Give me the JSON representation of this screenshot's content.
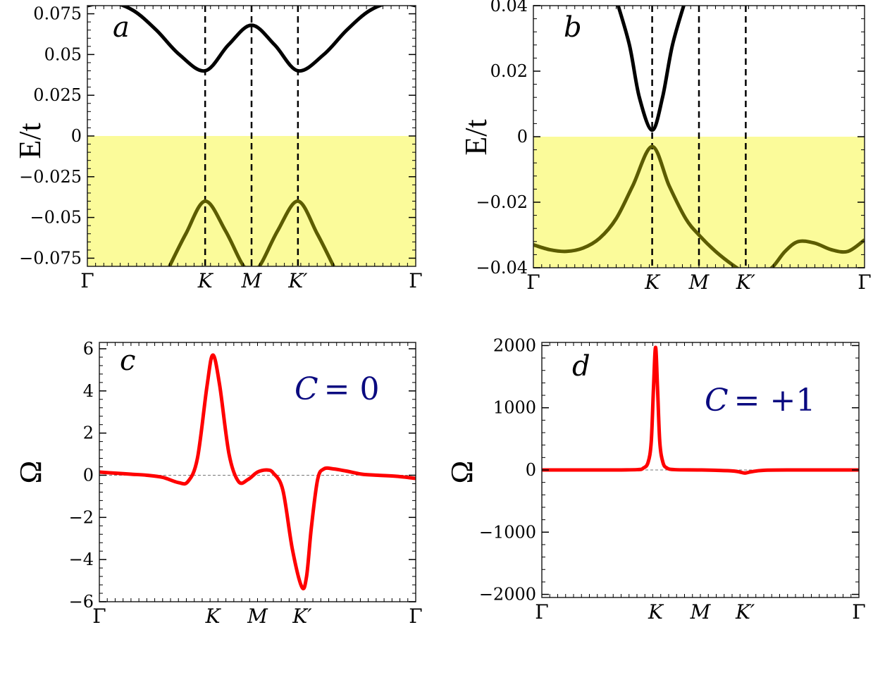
{
  "colors": {
    "occupied_fill": "#fbfb9a",
    "conduction_band": "#000000",
    "valence_band": "#5c5c00",
    "berry_curvature": "#ff0000",
    "chern_text": "#0a0a80"
  },
  "chart_data": [
    {
      "panel": "a",
      "type": "line",
      "ylabel": "E/t",
      "xticks": [
        "Γ",
        "K",
        "M",
        "K′",
        "Γ"
      ],
      "x_positions": [
        0,
        0.3587,
        0.5,
        0.6413,
        1
      ],
      "ylim": [
        -0.08,
        0.08
      ],
      "yticks": [
        0.075,
        0.05,
        0.025,
        0,
        -0.025,
        -0.05,
        -0.075
      ],
      "ytick_labels": [
        "0.075",
        "0.05",
        "0.025",
        "0",
        "−0.025",
        "−0.05",
        "−0.075"
      ],
      "shaded_region": "E < 0 (occupied)",
      "vlines": [
        "K",
        "M",
        "K′"
      ],
      "series": [
        {
          "band": "conduction",
          "x": [
            0,
            0.07,
            0.14,
            0.21,
            0.28,
            0.3587,
            0.43,
            0.5,
            0.57,
            0.6413,
            0.72,
            0.79,
            0.86,
            0.93,
            1
          ],
          "y": [
            0.08,
            0.082,
            0.077,
            0.065,
            0.05,
            0.04,
            0.056,
            0.068,
            0.056,
            0.04,
            0.05,
            0.065,
            0.077,
            0.082,
            0.08
          ]
        },
        {
          "band": "valence",
          "x": [
            0.25,
            0.3,
            0.3587,
            0.42,
            0.47,
            0.5,
            0.53,
            0.58,
            0.6413,
            0.7,
            0.75
          ],
          "y": [
            -0.08,
            -0.06,
            -0.04,
            -0.058,
            -0.078,
            -0.084,
            -0.078,
            -0.058,
            -0.04,
            -0.06,
            -0.08
          ]
        }
      ]
    },
    {
      "panel": "b",
      "type": "line",
      "ylabel": "E/t",
      "xticks": [
        "Γ",
        "K",
        "M",
        "K′",
        "Γ"
      ],
      "x_positions": [
        0,
        0.3587,
        0.5,
        0.6413,
        1
      ],
      "ylim": [
        -0.04,
        0.04
      ],
      "yticks": [
        0.04,
        0.02,
        0,
        -0.02,
        -0.04
      ],
      "ytick_labels": [
        "0.04",
        "0.02",
        "0",
        "−0.02",
        "−0.04"
      ],
      "shaded_region": "E < 0 (occupied)",
      "vlines": [
        "K",
        "M",
        "K′"
      ],
      "series": [
        {
          "band": "conduction",
          "x": [
            0.25,
            0.29,
            0.32,
            0.3587,
            0.39,
            0.42,
            0.46
          ],
          "y": [
            0.042,
            0.028,
            0.012,
            0.002,
            0.012,
            0.028,
            0.042
          ]
        },
        {
          "band": "valence",
          "x": [
            0,
            0.05,
            0.1,
            0.15,
            0.2,
            0.25,
            0.3,
            0.3587,
            0.41,
            0.46,
            0.5,
            0.55,
            0.6,
            0.64,
            0.68,
            0.72,
            0.76,
            0.8,
            0.85,
            0.9,
            0.95,
            1
          ],
          "y": [
            -0.033,
            -0.0345,
            -0.035,
            -0.034,
            -0.031,
            -0.025,
            -0.015,
            -0.003,
            -0.015,
            -0.025,
            -0.03,
            -0.035,
            -0.039,
            -0.0415,
            -0.042,
            -0.04,
            -0.035,
            -0.032,
            -0.0325,
            -0.0345,
            -0.035,
            -0.0315
          ]
        }
      ]
    },
    {
      "panel": "c",
      "type": "line",
      "ylabel": "Ω",
      "annotation": "C = 0",
      "xticks": [
        "Γ",
        "K",
        "M",
        "K′",
        "Γ"
      ],
      "x_positions": [
        0,
        0.3587,
        0.5,
        0.6413,
        1
      ],
      "ylim": [
        -6,
        6.3
      ],
      "yticks": [
        6,
        4,
        2,
        0,
        -2,
        -4,
        -6
      ],
      "ytick_labels": [
        "6",
        "4",
        "2",
        "0",
        "−2",
        "−4",
        "−6"
      ],
      "series": [
        {
          "name": "Ω",
          "x": [
            0,
            0.05,
            0.1,
            0.15,
            0.2,
            0.25,
            0.28,
            0.31,
            0.34,
            0.3587,
            0.38,
            0.41,
            0.44,
            0.47,
            0.5,
            0.53,
            0.55,
            0.58,
            0.61,
            0.64,
            0.655,
            0.67,
            0.69,
            0.71,
            0.74,
            0.78,
            0.83,
            0.88,
            0.94,
            1
          ],
          "y": [
            0.15,
            0.1,
            0.05,
            0.0,
            -0.1,
            -0.35,
            -0.3,
            0.8,
            4.2,
            5.7,
            4.3,
            1.0,
            -0.3,
            -0.2,
            0.15,
            0.25,
            0.1,
            -0.7,
            -3.5,
            -5.3,
            -4.8,
            -2.5,
            -0.2,
            0.3,
            0.3,
            0.2,
            0.05,
            0.0,
            -0.05,
            -0.15
          ]
        }
      ]
    },
    {
      "panel": "d",
      "type": "line",
      "ylabel": "Ω",
      "annotation": "C = +1",
      "xticks": [
        "Γ",
        "K",
        "M",
        "K′",
        "Γ"
      ],
      "x_positions": [
        0,
        0.3587,
        0.5,
        0.6413,
        1
      ],
      "ylim": [
        -2050,
        2050
      ],
      "yticks": [
        2000,
        1000,
        0,
        -1000,
        -2000
      ],
      "ytick_labels": [
        "2000",
        "1000",
        "0",
        "−1000",
        "−2000"
      ],
      "series": [
        {
          "name": "Ω",
          "x": [
            0,
            0.2,
            0.3,
            0.32,
            0.335,
            0.345,
            0.352,
            0.3587,
            0.365,
            0.372,
            0.382,
            0.395,
            0.42,
            0.5,
            0.6,
            0.63,
            0.6413,
            0.66,
            0.7,
            0.8,
            1
          ],
          "y": [
            0,
            0,
            5,
            30,
            120,
            450,
            1300,
            1970,
            1300,
            450,
            120,
            30,
            5,
            0,
            -15,
            -40,
            -50,
            -30,
            -5,
            0,
            0
          ]
        }
      ]
    }
  ],
  "ui": {
    "letter_a": "a",
    "letter_b": "b",
    "letter_c": "c",
    "letter_d": "d",
    "ylabel_e": "E/t",
    "ylabel_omega": "Ω",
    "chern_c_var": "C",
    "chern_c_val": "= 0",
    "chern_d_var": "C",
    "chern_d_val": "= +1"
  }
}
